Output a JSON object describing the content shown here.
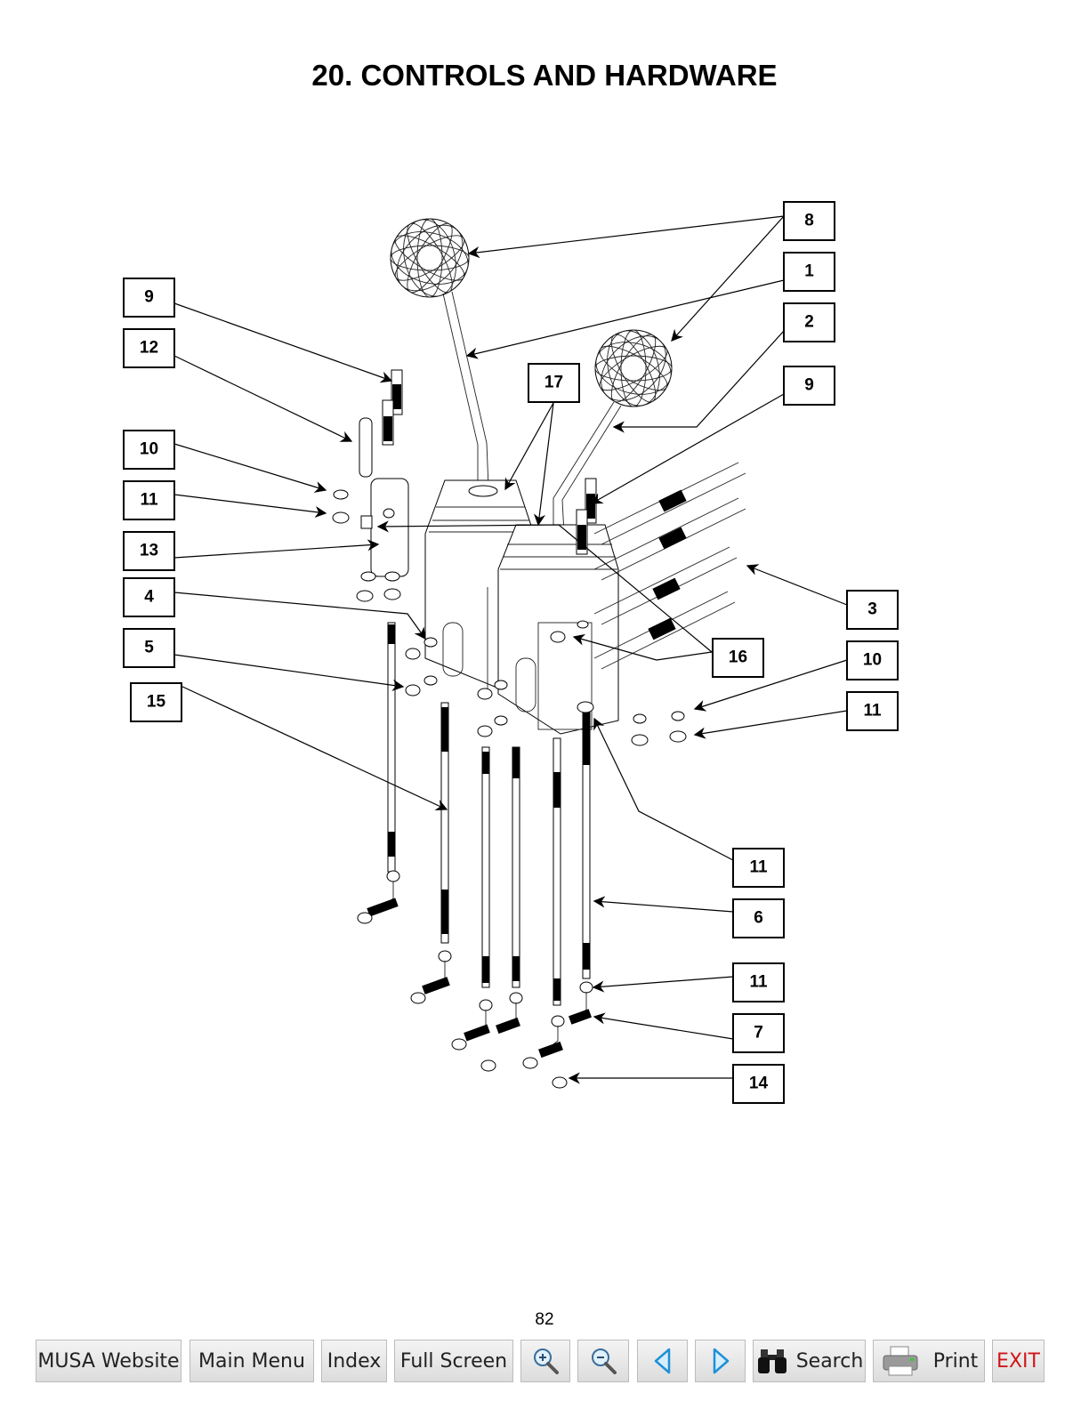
{
  "page": {
    "title": "20. CONTROLS AND HARDWARE",
    "page_number": "82"
  },
  "callouts": {
    "c8": "8",
    "c1": "1",
    "c2": "2",
    "c9r": "9",
    "c17": "17",
    "c9l": "9",
    "c12": "12",
    "c10l": "10",
    "c11l": "11",
    "c13": "13",
    "c4": "4",
    "c5": "5",
    "c15": "15",
    "c3": "3",
    "c16": "16",
    "c10r": "10",
    "c11r": "11",
    "c11m": "11",
    "c6": "6",
    "c11b": "11",
    "c7": "7",
    "c14": "14"
  },
  "toolbar": {
    "website_label": "MUSA Website",
    "main_menu_label": "Main Menu",
    "index_label": "Index",
    "full_screen_label": "Full Screen",
    "search_label": "Search",
    "print_label": "Print",
    "exit_label": "EXIT"
  },
  "colors": {
    "exit": "#d0161b",
    "arrow": "#1e90d6",
    "button_bg": "#e8e8e8"
  }
}
